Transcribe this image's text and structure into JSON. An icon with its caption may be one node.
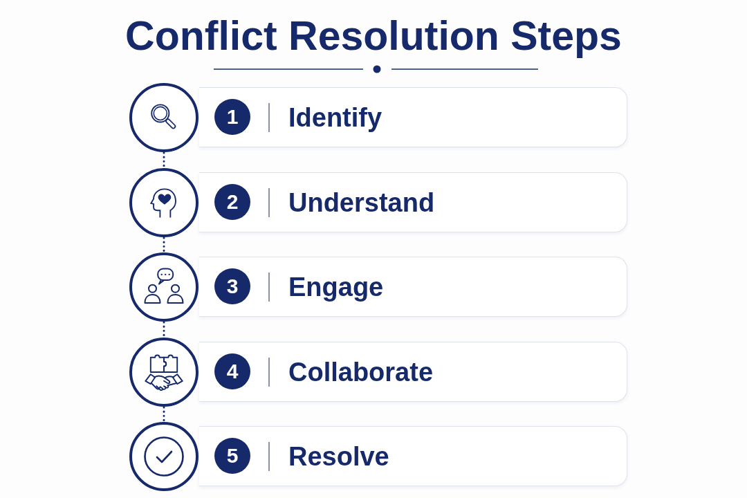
{
  "diagram": {
    "title": "Conflict Resolution Steps",
    "nodes": [
      {
        "text": [],
        "shape": "circle"
      },
      {
        "text": [
          "1",
          "Identify"
        ]
      },
      {
        "text": [],
        "shape": "circle"
      },
      {
        "text": [
          "2",
          "Understand"
        ]
      },
      {
        "text": [],
        "shape": "circle"
      },
      {
        "text": [
          "3",
          "Engage"
        ]
      },
      {
        "text": [],
        "shape": "circle"
      },
      {
        "text": [
          "4",
          "Collaborate"
        ]
      },
      {
        "text": [],
        "shape": "circle"
      },
      {
        "text": [
          "5",
          "Resolve"
        ]
      }
    ],
    "edges": [
      {
        "from": 0,
        "to": 2,
        "arrow": "none",
        "style": "dashed"
      },
      {
        "from": 2,
        "to": 4,
        "arrow": "none",
        "style": "dashed"
      },
      {
        "from": 4,
        "to": 6,
        "arrow": "none",
        "style": "dashed"
      },
      {
        "from": 6,
        "to": 8,
        "arrow": "none",
        "style": "dashed"
      }
    ]
  }
}
